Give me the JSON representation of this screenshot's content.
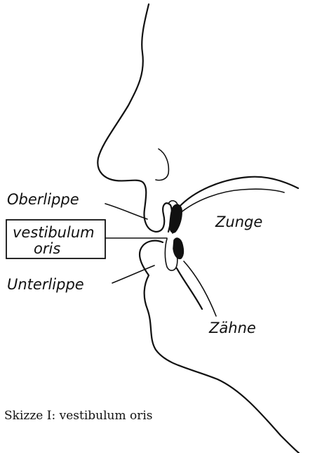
{
  "labels": {
    "upper_lip": "Oberlippe",
    "vestibulum_line1": "vestibulum",
    "vestibulum_line2": "oris",
    "lower_lip": "Unterlippe",
    "tongue": "Zunge",
    "teeth": "Zähne"
  },
  "caption": "Skizze I: vestibulum oris"
}
